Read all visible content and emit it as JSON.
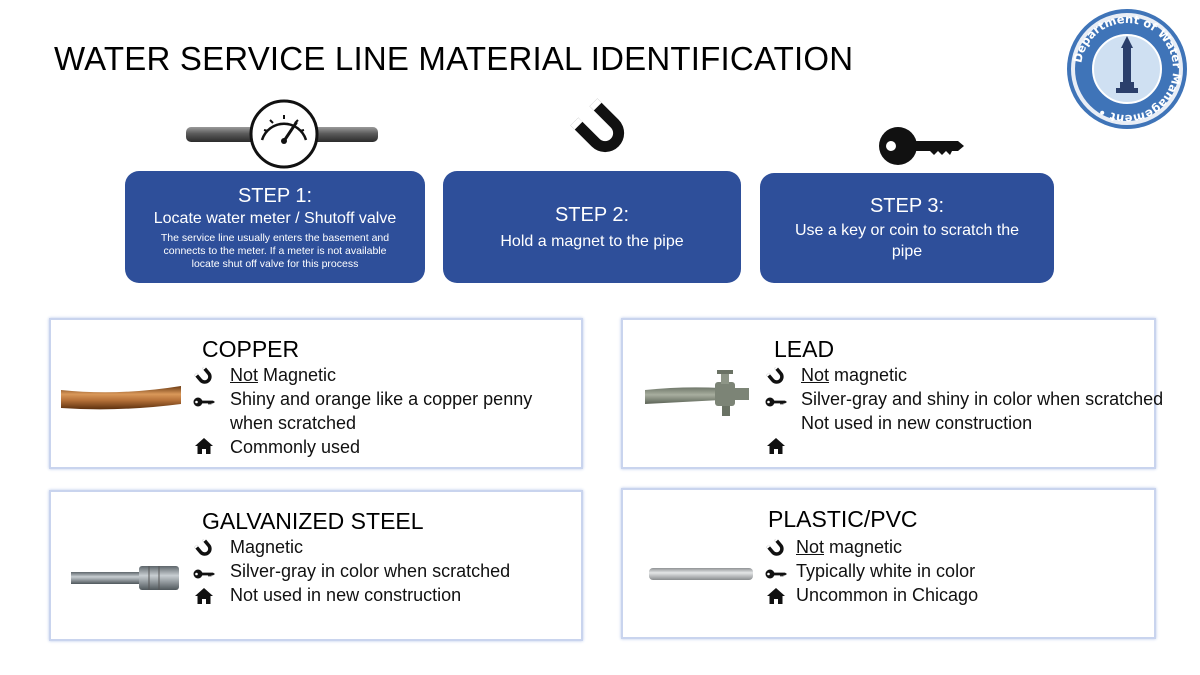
{
  "title": "WATER SERVICE LINE MATERIAL IDENTIFICATION",
  "seal": {
    "text_top": "Department of Water Management",
    "icon": "water-tower-seal"
  },
  "steps": [
    {
      "title": "STEP 1:",
      "subtitle": "Locate water meter / Shutoff valve",
      "description_lines": [
        "The service line usually enters the basement and",
        "connects to the meter. If a meter is not available",
        "locate shut off valve for this process"
      ],
      "icon": "water-meter-icon"
    },
    {
      "title": "STEP 2:",
      "subtitle": "Hold a magnet to the pipe",
      "icon": "magnet-icon"
    },
    {
      "title": "STEP 3:",
      "subtitle_lines": [
        "Use a key or coin to scratch the",
        "pipe"
      ],
      "icon": "key-icon"
    }
  ],
  "materials": {
    "copper": {
      "name": "COPPER",
      "magnet_prefix": "Not",
      "magnet_suffix": " Magnetic",
      "scratch_lines": [
        "Shiny and orange like a copper penny",
        "when scratched"
      ],
      "usage": "Commonly used",
      "pipe_color": "#b8733a"
    },
    "lead": {
      "name": "LEAD",
      "magnet_prefix": "Not",
      "magnet_suffix": " magnetic",
      "scratch": "Silver-gray and shiny in color when scratched",
      "note": "Not used in new construction",
      "pipe_color": "#8a9285"
    },
    "galvanized": {
      "name": "GALVANIZED STEEL",
      "magnet": "Magnetic",
      "scratch": "Silver-gray in color when scratched",
      "usage": "Not used in new construction",
      "pipe_color": "#9aa3a8"
    },
    "pvc": {
      "name": "PLASTIC/PVC",
      "magnet_prefix": "Not",
      "magnet_suffix": " magnetic",
      "scratch": "Typically white in color",
      "usage": "Uncommon in Chicago",
      "pipe_color": "#c9cbcc"
    }
  },
  "colors": {
    "step_bg": "#2e4f9a",
    "card_border": "#c9d4ee",
    "seal_blue": "#3f74b8"
  }
}
